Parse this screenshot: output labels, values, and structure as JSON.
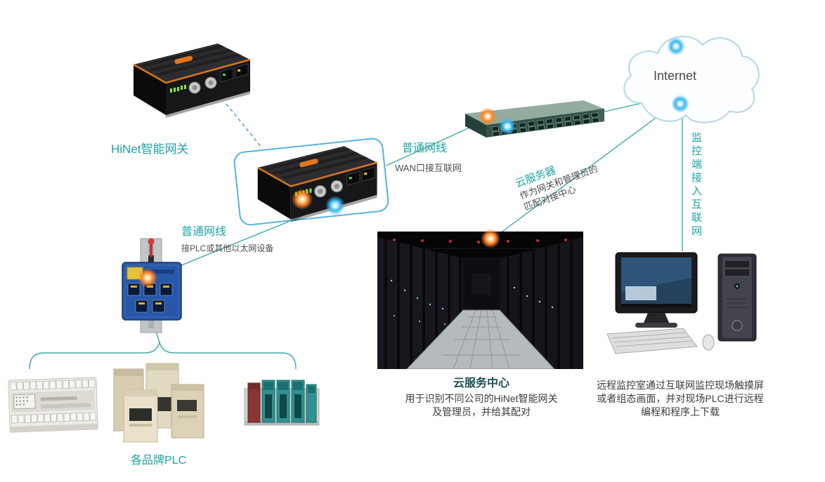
{
  "diagram": {
    "colors": {
      "accent_teal": "#1fa3a3",
      "connector_line": "#3fa8a8",
      "dashed_connector": "#5aa6d8",
      "selection_outline": "#58b1e2",
      "glow_orange": "#ff8326",
      "glow_blue": "#38b6f2",
      "note_text": "#4d4d4d",
      "caption_title": "#19514f"
    },
    "labels": {
      "hinet_gateway": "HiNet智能网关",
      "internet": "Internet",
      "wan_cable": "普通网线",
      "wan_cable_note": "WAN口接互联网",
      "cloud_server": "云服务器",
      "cloud_server_note_line1": "作为网关和管理员的",
      "cloud_server_note_line2": "匹配对接中心",
      "monitor_access": "监控端接入互联网",
      "lan_cable": "普通网线",
      "lan_cable_note": "接PLC或其他以太网设备",
      "datacenter_title": "云服务中心",
      "datacenter_note_line1": "用于识别不同公司的HiNet智能网关",
      "datacenter_note_line2": "及管理员，并给其配对",
      "remote_note_line1": "远程监控室通过互联网监控现场触摸屏",
      "remote_note_line2": "或者组态画面，并对现场PLC进行远程",
      "remote_note_line3": "编程和程序上下载",
      "plc_brands": "各品牌PLC"
    }
  }
}
